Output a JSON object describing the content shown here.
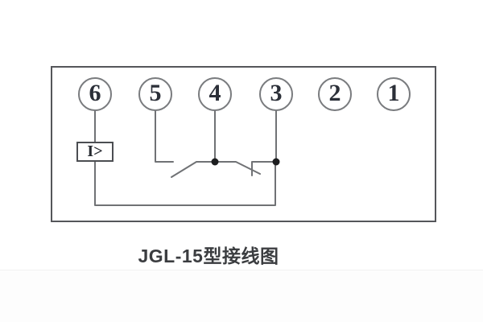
{
  "title": "JGL-15型接线图",
  "diagram": {
    "caption": "JGL-15型接线图",
    "relay_box_label": "I>",
    "terminals": [
      {
        "label": "6"
      },
      {
        "label": "5"
      },
      {
        "label": "4"
      },
      {
        "label": "3"
      },
      {
        "label": "2"
      },
      {
        "label": "1"
      }
    ],
    "wiring": {
      "contact_type": "changeover",
      "common_terminal": "4",
      "normally_open_terminal": "5",
      "normally_closed_terminal": "3",
      "overcurrent_element_between": [
        "6",
        "3"
      ]
    },
    "colors": {
      "wire": "#707275",
      "panel_border": "#55565a",
      "terminal_ring": "#7a7c7f",
      "digit": "#2b2f38",
      "caption_text": "#3b3d40",
      "junction_dot": "#1d1e20",
      "background": "#ffffff"
    }
  }
}
